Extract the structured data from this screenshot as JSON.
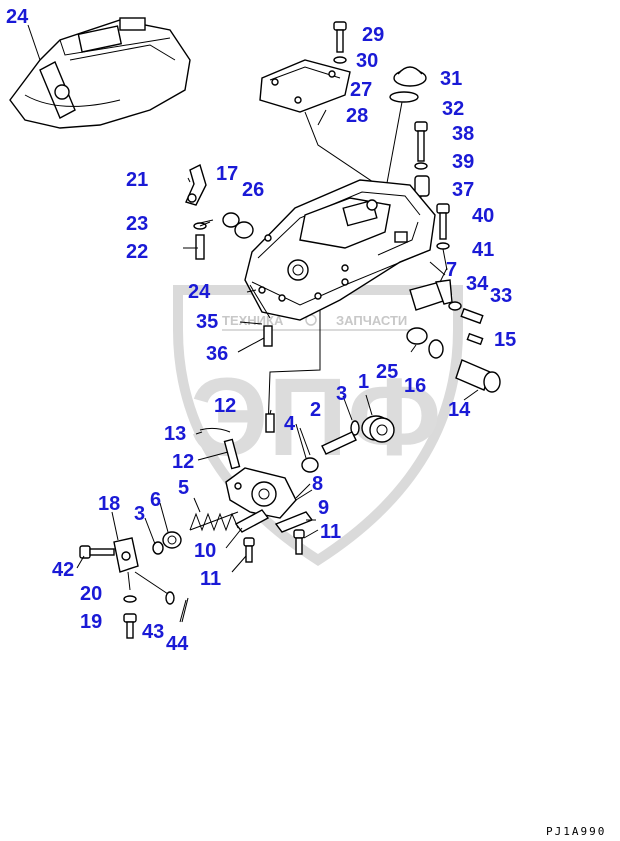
{
  "watermark": {
    "left_text": "ТЕХНИКА",
    "right_text": "ЗАПЧАСТИ",
    "big_text": "ЭПФ"
  },
  "drawing_code": "PJ1A990",
  "callouts": [
    {
      "id": "c24a",
      "text": "24"
    },
    {
      "id": "c29",
      "text": "29"
    },
    {
      "id": "c30",
      "text": "30"
    },
    {
      "id": "c31",
      "text": "31"
    },
    {
      "id": "c27",
      "text": "27"
    },
    {
      "id": "c28",
      "text": "28"
    },
    {
      "id": "c32",
      "text": "32"
    },
    {
      "id": "c38",
      "text": "38"
    },
    {
      "id": "c39",
      "text": "39"
    },
    {
      "id": "c37",
      "text": "37"
    },
    {
      "id": "c40",
      "text": "40"
    },
    {
      "id": "c41",
      "text": "41"
    },
    {
      "id": "c21",
      "text": "21"
    },
    {
      "id": "c17",
      "text": "17"
    },
    {
      "id": "c26",
      "text": "26"
    },
    {
      "id": "c23",
      "text": "23"
    },
    {
      "id": "c22",
      "text": "22"
    },
    {
      "id": "c7",
      "text": "7"
    },
    {
      "id": "c34",
      "text": "34"
    },
    {
      "id": "c33",
      "text": "33"
    },
    {
      "id": "c24b",
      "text": "24"
    },
    {
      "id": "c35",
      "text": "35"
    },
    {
      "id": "c15",
      "text": "15"
    },
    {
      "id": "c36",
      "text": "36"
    },
    {
      "id": "c25",
      "text": "25"
    },
    {
      "id": "c16",
      "text": "16"
    },
    {
      "id": "c1",
      "text": "1"
    },
    {
      "id": "c14",
      "text": "14"
    },
    {
      "id": "c3a",
      "text": "3"
    },
    {
      "id": "c12a",
      "text": "12"
    },
    {
      "id": "c2",
      "text": "2"
    },
    {
      "id": "c4",
      "text": "4"
    },
    {
      "id": "c13",
      "text": "13"
    },
    {
      "id": "c12b",
      "text": "12"
    },
    {
      "id": "c8",
      "text": "8"
    },
    {
      "id": "c5",
      "text": "5"
    },
    {
      "id": "c9",
      "text": "9"
    },
    {
      "id": "c18",
      "text": "18"
    },
    {
      "id": "c3b",
      "text": "3"
    },
    {
      "id": "c6",
      "text": "6"
    },
    {
      "id": "c11a",
      "text": "11"
    },
    {
      "id": "c10",
      "text": "10"
    },
    {
      "id": "c11b",
      "text": "11"
    },
    {
      "id": "c42",
      "text": "42"
    },
    {
      "id": "c20",
      "text": "20"
    },
    {
      "id": "c19",
      "text": "19"
    },
    {
      "id": "c43",
      "text": "43"
    },
    {
      "id": "c44",
      "text": "44"
    }
  ]
}
